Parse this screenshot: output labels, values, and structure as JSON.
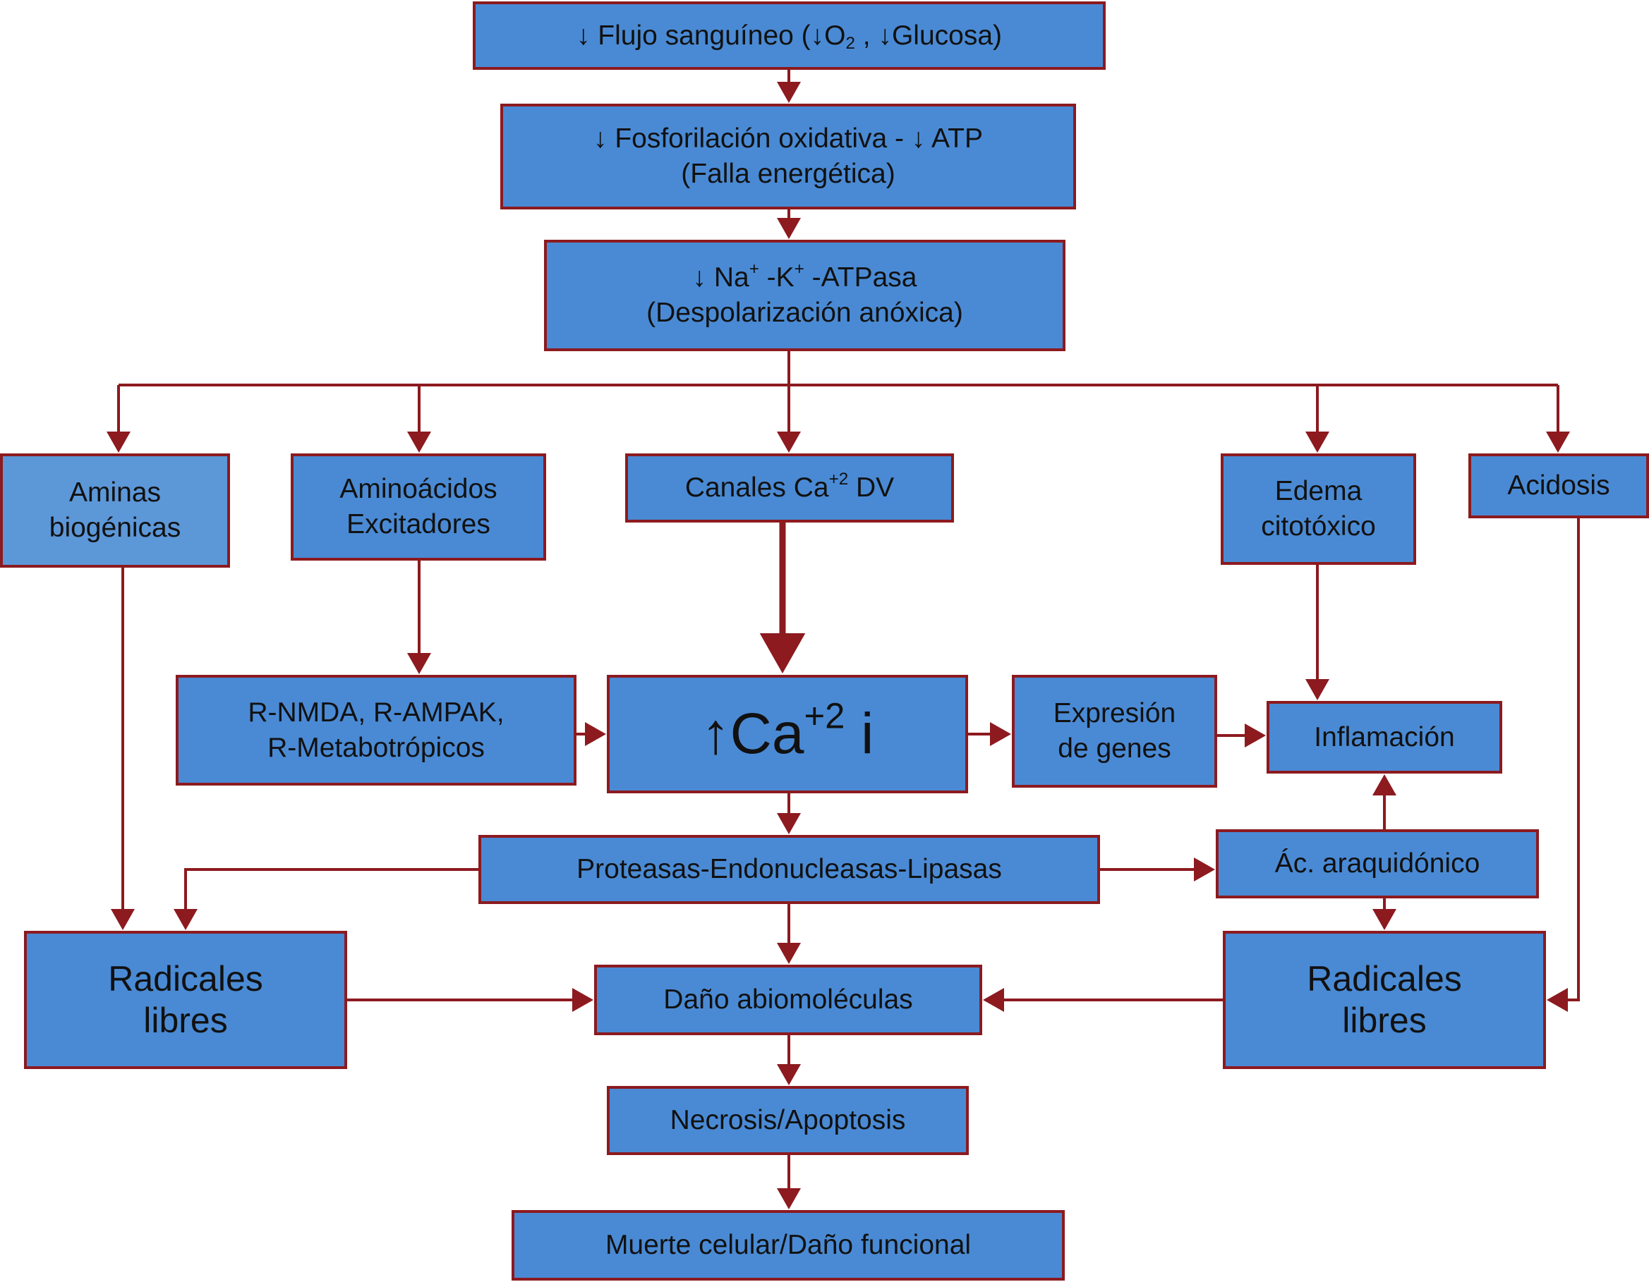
{
  "colors": {
    "box_fill": "#4a8ad4",
    "box_fill_light": "#5c97d8",
    "line": "#8c1a1f",
    "text": "#111111"
  },
  "nodes": {
    "flujo": {
      "arrow": "↓",
      "text": " Flujo sanguíneo (",
      "arrow2": "↓",
      "o": "O",
      "o_sub": "2",
      "tail": " , ",
      "arrow3": "↓",
      "tail2": "Glucosa)"
    },
    "fosforilacion": {
      "line1": "↓ Fosforilación oxidativa - ↓ ATP",
      "line2": "(Falla energética)"
    },
    "atpasa": {
      "arrow": "↓",
      "na": " Na",
      "na_sup": "+",
      "k": " -K",
      "k_sup": "+",
      "tail": " -ATPasa",
      "line2": "(Despolarización anóxica)"
    },
    "aminas": {
      "line1": "Aminas",
      "line2": "biogénicas"
    },
    "aminoacidos": {
      "line1": "Aminoácidos",
      "line2": "Excitadores"
    },
    "canales": {
      "text": "Canales Ca",
      "sup": "+2",
      "tail": " DV"
    },
    "edema": {
      "line1": "Edema",
      "line2": "citotóxico"
    },
    "acidosis": {
      "text": "Acidosis"
    },
    "receptores": {
      "line1": "R-NMDA, R-AMPAK,",
      "line2": "R-Metabotrópicos"
    },
    "calcio": {
      "arrow": "↑",
      "text": "Ca",
      "sup": "+2",
      "tail": " i"
    },
    "expresion": {
      "line1": "Expresión",
      "line2": "de genes"
    },
    "inflamacion": {
      "text": "Inflamación"
    },
    "proteasas": {
      "text": "Proteasas-Endonucleasas-Lipasas"
    },
    "araquidonico": {
      "text": "Ác. araquidónico"
    },
    "radicales_izq": {
      "line1": "Radicales",
      "line2": "libres"
    },
    "dano": {
      "text": "Daño abiomoléculas"
    },
    "radicales_der": {
      "line1": "Radicales",
      "line2": "libres"
    },
    "necrosis": {
      "text": "Necrosis/Apoptosis"
    },
    "muerte": {
      "text": "Muerte celular/Daño funcional"
    }
  }
}
